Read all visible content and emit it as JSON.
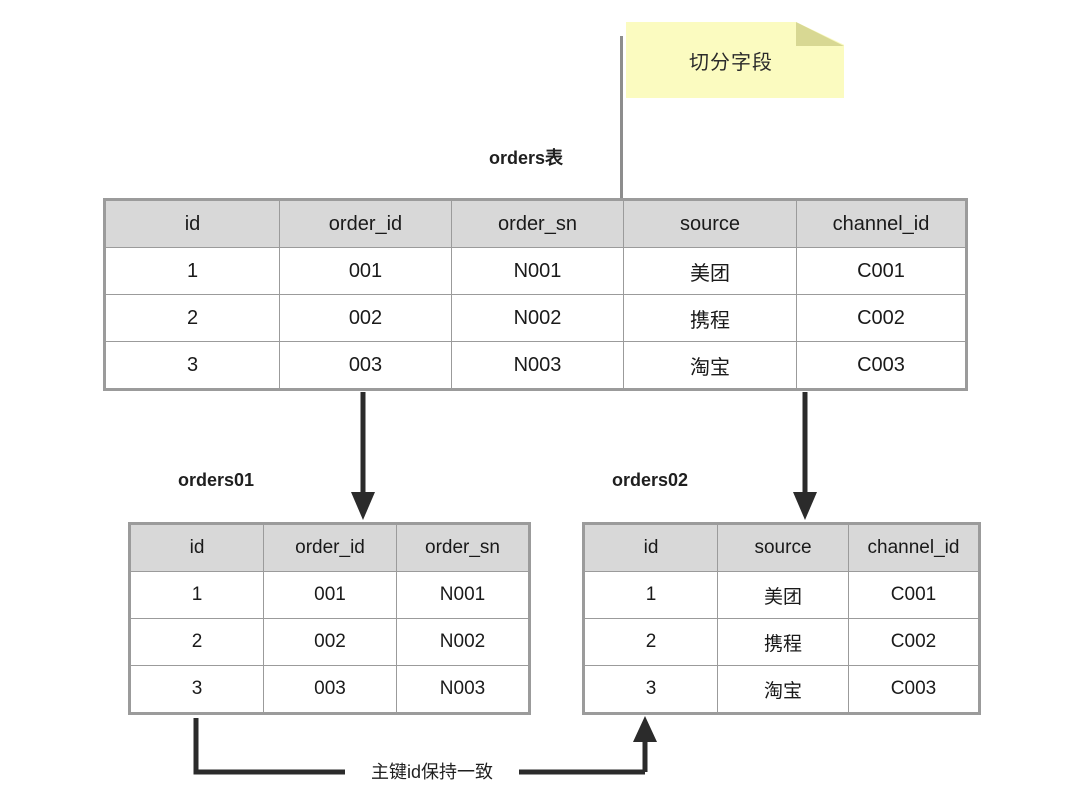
{
  "note": {
    "text": "切分字段",
    "color": "#fbfbc0",
    "fold_color": "#d8d893"
  },
  "main_table": {
    "title": "orders表",
    "columns": [
      "id",
      "order_id",
      "order_sn",
      "source",
      "channel_id"
    ],
    "rows": [
      [
        "1",
        "001",
        "N001",
        "美团",
        "C001"
      ],
      [
        "2",
        "002",
        "N002",
        "携程",
        "C002"
      ],
      [
        "3",
        "003",
        "N003",
        "淘宝",
        "C003"
      ]
    ]
  },
  "sub_tables": [
    {
      "title": "orders01",
      "columns": [
        "id",
        "order_id",
        "order_sn"
      ],
      "rows": [
        [
          "1",
          "001",
          "N001"
        ],
        [
          "2",
          "002",
          "N002"
        ],
        [
          "3",
          "003",
          "N003"
        ]
      ]
    },
    {
      "title": "orders02",
      "columns": [
        "id",
        "source",
        "channel_id"
      ],
      "rows": [
        [
          "1",
          "美团",
          "C001"
        ],
        [
          "2",
          "携程",
          "C002"
        ],
        [
          "3",
          "淘宝",
          "C003"
        ]
      ]
    }
  ],
  "connector": {
    "label": "主键id保持一致"
  },
  "colors": {
    "header_fill": "#d8d8d8",
    "border": "#9b9b9b",
    "arrow": "#2b2b2b",
    "stem": "#8d8d8d"
  }
}
